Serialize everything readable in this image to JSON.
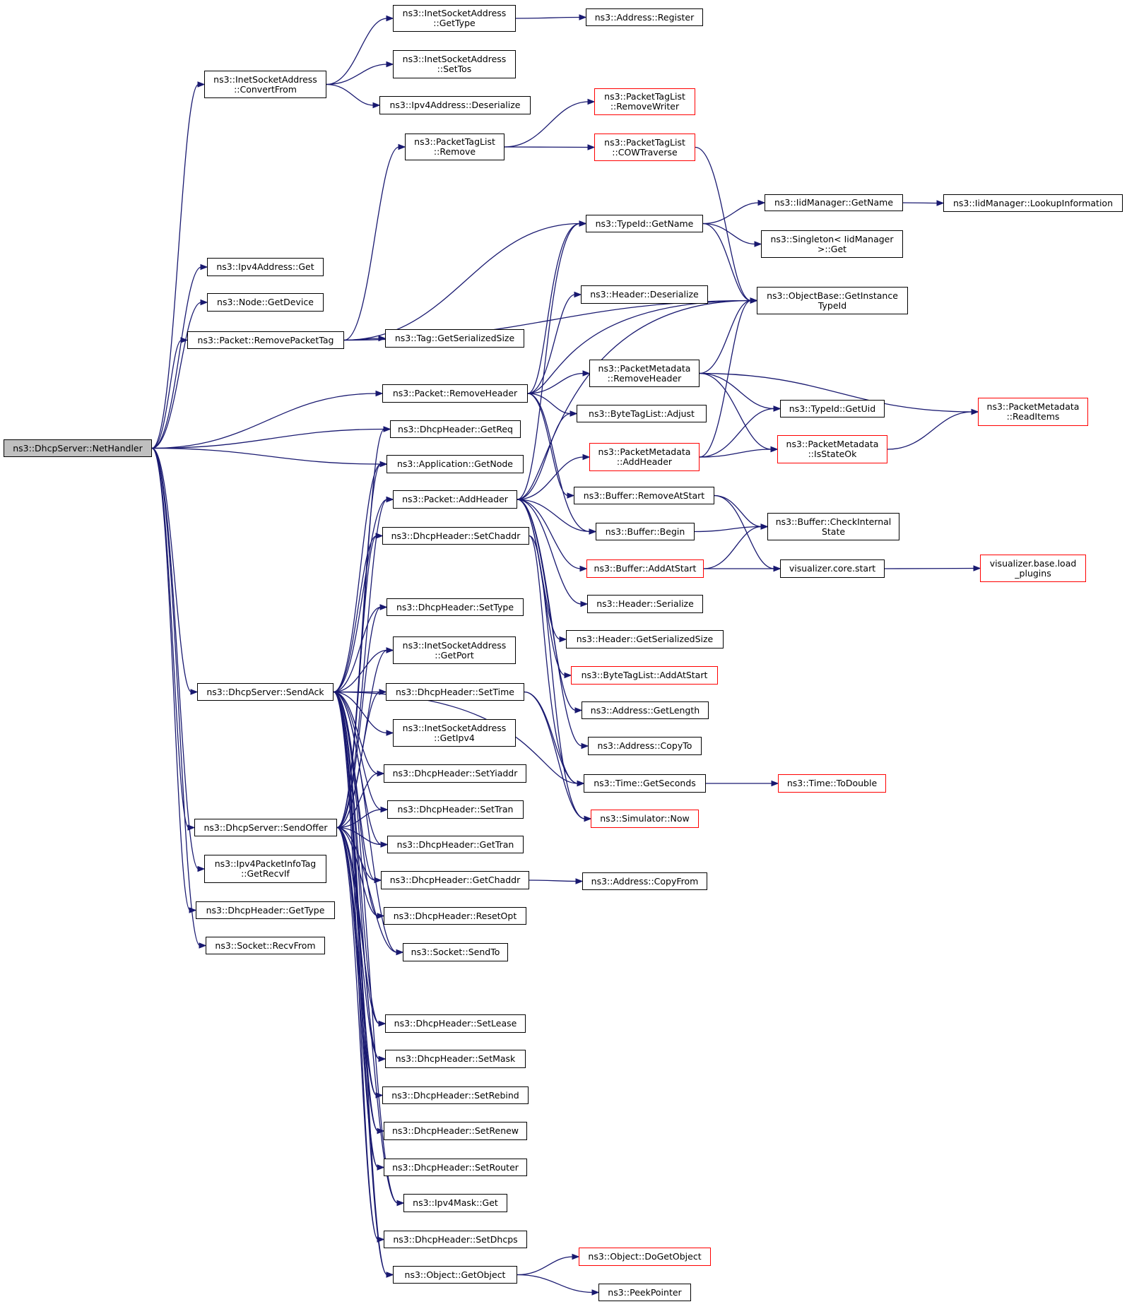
{
  "diagram": {
    "kind": "call graph",
    "colors": {
      "edge": "#191970",
      "node_border": "#000000",
      "truncated_border": "#ff0000",
      "root_fill": "#bfbfbf",
      "background": "#ffffff"
    },
    "nodes": {
      "net_handler": "ns3::DhcpServer::NetHandler",
      "inet_convert_from": "ns3::InetSocketAddress\n::ConvertFrom",
      "inet_get_type": "ns3::InetSocketAddress\n::GetType",
      "address_register": "ns3::Address::Register",
      "inet_set_tos": "ns3::InetSocketAddress\n::SetTos",
      "ipv4_deserialize": "ns3::Ipv4Address::Deserialize",
      "ptl_remove_writer": "ns3::PacketTagList\n::RemoveWriter",
      "ptl_remove": "ns3::PacketTagList\n::Remove",
      "ptl_cow_traverse": "ns3::PacketTagList\n::COWTraverse",
      "iid_get_name": "ns3::IidManager::GetName",
      "iid_lookup_info": "ns3::IidManager::LookupInformation",
      "typeid_get_name": "ns3::TypeId::GetName",
      "singleton_get": "ns3::Singleton< IidManager\n>::Get",
      "ipv4_get": "ns3::Ipv4Address::Get",
      "header_deserialize": "ns3::Header::Deserialize",
      "objbase_get_instance_typeid": "ns3::ObjectBase::GetInstance\nTypeId",
      "node_get_device": "ns3::Node::GetDevice",
      "remove_packet_tag": "ns3::Packet::RemovePacketTag",
      "tag_get_serialized_size": "ns3::Tag::GetSerializedSize",
      "pm_remove_header": "ns3::PacketMetadata\n::RemoveHeader",
      "remove_header": "ns3::Packet::RemoveHeader",
      "typeid_get_uid": "ns3::TypeId::GetUid",
      "pm_read_items": "ns3::PacketMetadata\n::ReadItems",
      "btl_adjust": "ns3::ByteTagList::Adjust",
      "get_req": "ns3::DhcpHeader::GetReq",
      "pm_add_header": "ns3::PacketMetadata\n::AddHeader",
      "pm_is_state_ok": "ns3::PacketMetadata\n::IsStateOk",
      "app_get_node": "ns3::Application::GetNode",
      "buffer_remove_at_start": "ns3::Buffer::RemoveAtStart",
      "add_header": "ns3::Packet::AddHeader",
      "buffer_check_internal_state": "ns3::Buffer::CheckInternal\nState",
      "buffer_begin": "ns3::Buffer::Begin",
      "set_chaddr": "ns3::DhcpHeader::SetChaddr",
      "buffer_add_at_start": "ns3::Buffer::AddAtStart",
      "vis_core_start": "visualizer.core.start",
      "vis_load_plugins": "visualizer.base.load\n_plugins",
      "header_serialize": "ns3::Header::Serialize",
      "set_type": "ns3::DhcpHeader::SetType",
      "header_get_serialized_size": "ns3::Header::GetSerializedSize",
      "inet_get_port": "ns3::InetSocketAddress\n::GetPort",
      "btl_add_at_start": "ns3::ByteTagList::AddAtStart",
      "send_ack": "ns3::DhcpServer::SendAck",
      "set_time": "ns3::DhcpHeader::SetTime",
      "address_get_length": "ns3::Address::GetLength",
      "inet_get_ipv4": "ns3::InetSocketAddress\n::GetIpv4",
      "address_copy_to": "ns3::Address::CopyTo",
      "set_yiaddr": "ns3::DhcpHeader::SetYiaddr",
      "time_get_seconds": "ns3::Time::GetSeconds",
      "time_to_double": "ns3::Time::ToDouble",
      "set_tran": "ns3::DhcpHeader::SetTran",
      "simulator_now": "ns3::Simulator::Now",
      "send_offer": "ns3::DhcpServer::SendOffer",
      "get_tran": "ns3::DhcpHeader::GetTran",
      "ipv4_pkt_info_get_recv_if": "ns3::Ipv4PacketInfoTag\n::GetRecvIf",
      "get_chaddr": "ns3::DhcpHeader::GetChaddr",
      "address_copy_from": "ns3::Address::CopyFrom",
      "dhcp_get_type": "ns3::DhcpHeader::GetType",
      "reset_opt": "ns3::DhcpHeader::ResetOpt",
      "socket_recv_from": "ns3::Socket::RecvFrom",
      "socket_send_to": "ns3::Socket::SendTo",
      "set_lease": "ns3::DhcpHeader::SetLease",
      "set_mask": "ns3::DhcpHeader::SetMask",
      "set_rebind": "ns3::DhcpHeader::SetRebind",
      "set_renew": "ns3::DhcpHeader::SetRenew",
      "set_router": "ns3::DhcpHeader::SetRouter",
      "ipv4mask_get": "ns3::Ipv4Mask::Get",
      "set_dhcps": "ns3::DhcpHeader::SetDhcps",
      "object_do_get_object": "ns3::Object::DoGetObject",
      "object_get_object": "ns3::Object::GetObject",
      "peek_pointer": "ns3::PeekPointer"
    },
    "truncated_nodes": [
      "ptl_remove_writer",
      "ptl_cow_traverse",
      "pm_read_items",
      "pm_add_header",
      "pm_is_state_ok",
      "buffer_add_at_start",
      "vis_load_plugins",
      "btl_add_at_start",
      "time_to_double",
      "simulator_now",
      "object_do_get_object"
    ],
    "root": "net_handler"
  }
}
